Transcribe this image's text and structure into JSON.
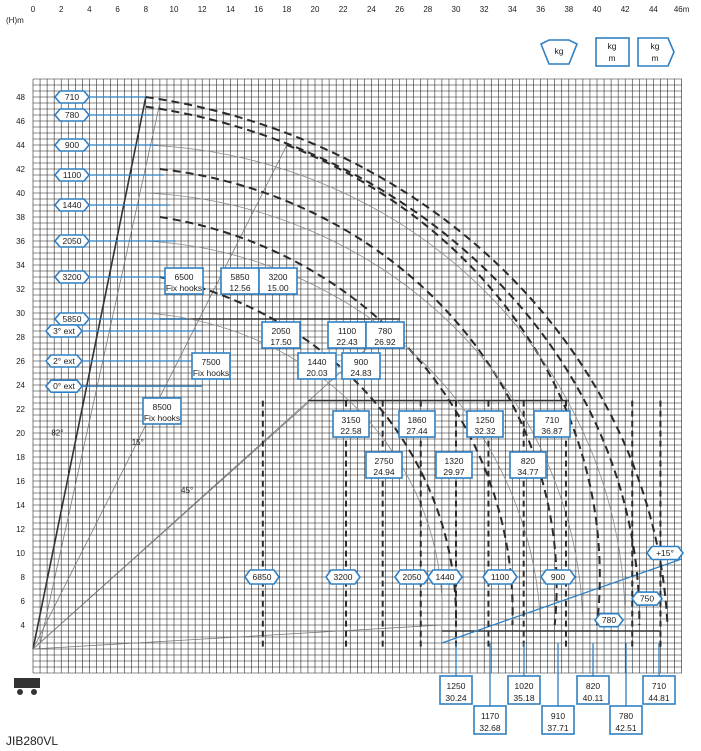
{
  "model": "JIB280VL",
  "unit_labels": {
    "kg": "kg",
    "kg_m_top": "kg",
    "kg_m_bottom": "m"
  },
  "axis_labels": {
    "x_unit": "46m",
    "y_unit": "(H)m"
  },
  "chart_data": {
    "type": "line",
    "title": "",
    "xlabel": "m",
    "ylabel": "(H)m",
    "xlim": [
      0,
      46
    ],
    "ylim": [
      0,
      50
    ],
    "grid": true,
    "x_ticks": [
      "0",
      "2",
      "4",
      "6",
      "8",
      "10",
      "12",
      "14",
      "16",
      "18",
      "20",
      "22",
      "24",
      "26",
      "28",
      "30",
      "32",
      "34",
      "36",
      "38",
      "40",
      "42",
      "44",
      "46m"
    ],
    "y_ticks": [
      "4",
      "6",
      "8",
      "10",
      "12",
      "14",
      "16",
      "18",
      "20",
      "22",
      "24",
      "26",
      "28",
      "30",
      "32",
      "34",
      "36",
      "38",
      "40",
      "42",
      "44",
      "46",
      "48"
    ],
    "angle_labels": [
      "82°",
      "15°",
      "45°"
    ],
    "jib_angle_label": "+15°",
    "extension_labels": [
      "3° ext",
      "2° ext",
      "0° ext"
    ],
    "left_loads_kg": [
      "710",
      "780",
      "900",
      "1100",
      "1440",
      "2050",
      "3200",
      "5850"
    ],
    "upper_load_boxes": [
      {
        "kg": "6500",
        "sub": "Fix hooks"
      },
      {
        "kg": "5850",
        "sub": "12.56"
      },
      {
        "kg": "3200",
        "sub": "15.00"
      },
      {
        "kg": "2050",
        "sub": "17.50"
      },
      {
        "kg": "1100",
        "sub": "22.43"
      },
      {
        "kg": "780",
        "sub": "26.92"
      },
      {
        "kg": "7500",
        "sub": "Fix hooks"
      },
      {
        "kg": "1440",
        "sub": "20.03"
      },
      {
        "kg": "900",
        "sub": "24.83"
      },
      {
        "kg": "8500",
        "sub": "Fix hooks"
      }
    ],
    "middle_load_boxes": [
      {
        "kg": "3150",
        "sub": "22.58"
      },
      {
        "kg": "1860",
        "sub": "27.44"
      },
      {
        "kg": "1250",
        "sub": "32.32"
      },
      {
        "kg": "710",
        "sub": "36.87"
      },
      {
        "kg": "2750",
        "sub": "24.94"
      },
      {
        "kg": "1320",
        "sub": "29.97"
      },
      {
        "kg": "820",
        "sub": "34.77"
      }
    ],
    "bottom_hex_loads": [
      "6850",
      "3200",
      "2050",
      "1440",
      "1100",
      "900"
    ],
    "right_hex_loads": [
      "750",
      "780"
    ],
    "base_load_boxes": [
      {
        "kg": "1250",
        "sub": "30.24"
      },
      {
        "kg": "1170",
        "sub": "32.68"
      },
      {
        "kg": "1020",
        "sub": "35.18"
      },
      {
        "kg": "910",
        "sub": "37.71"
      },
      {
        "kg": "820",
        "sub": "40.11"
      },
      {
        "kg": "780",
        "sub": "42.51"
      },
      {
        "kg": "710",
        "sub": "44.81"
      }
    ]
  }
}
